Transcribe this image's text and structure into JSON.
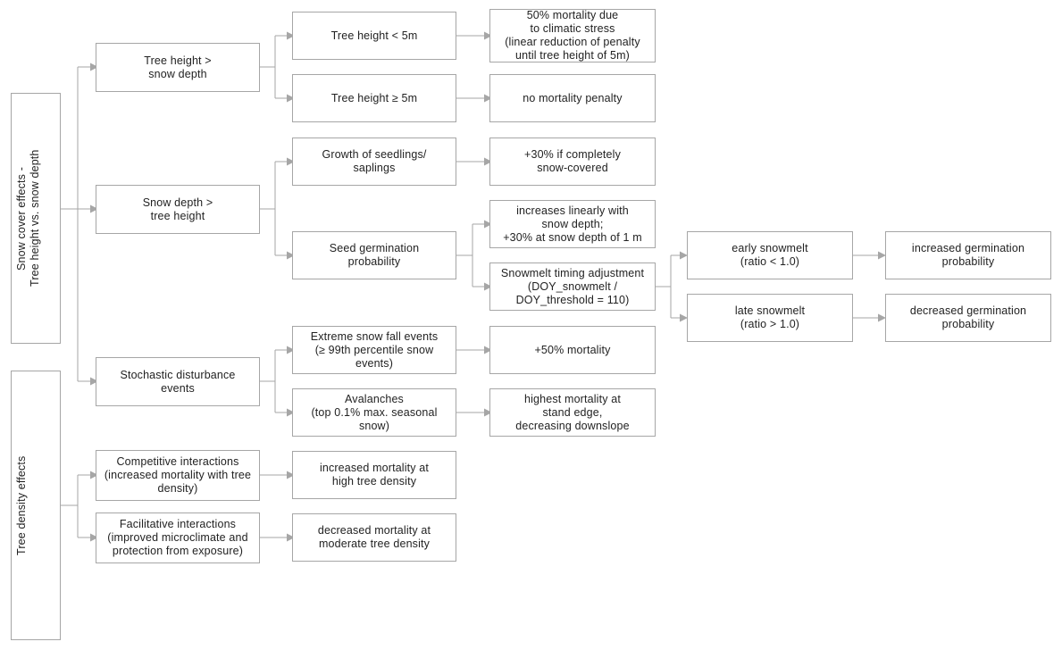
{
  "diagram": {
    "title": "Snow cover and tree density effects flowchart",
    "colors": {
      "border": "#a6a6a6",
      "text": "#222222",
      "background": "#ffffff",
      "connector": "#a6a6a6"
    }
  },
  "nodes": {
    "root_snow": "Snow cover effects -\nTree height vs. snow depth",
    "root_density": "Tree density effects",
    "tree_gt_snow": "Tree height >\nsnow depth",
    "snow_gt_tree": "Snow depth >\ntree height",
    "stochastic": "Stochastic disturbance\nevents",
    "competitive": "Competitive  interactions\n(increased  mortality with tree\ndensity)",
    "facilitative": "Facilitative  interactions\n(improved  microclimate and\nprotection from  exposure)",
    "height_lt_5m": "Tree height < 5m",
    "height_ge_5m": "Tree height ≥ 5m",
    "growth_seedlings": "Growth  of seedlings/\nsaplings",
    "seed_germination": "Seed germination\nprobability",
    "extreme_snowfall": "Extreme snow fall  events\n(≥ 99th percentile  snow\nevents)",
    "avalanches": "Avalanches\n(top 0.1% max. seasonal\nsnow)",
    "increased_mortality_high": "increased  mortality at\nhigh tree density",
    "decreased_mortality_moderate": "decreased  mortality at\nmoderate tree density",
    "mortality_50": "50% mortality due\nto climatic stress\n(linear reduction of penalty\nuntil tree height of 5m)",
    "no_penalty": "no  mortality penalty",
    "plus30_snow_covered": "+30% if completely\nsnow-covered",
    "increases_linearly": "increases linearly with\nsnow depth;\n+30% at snow depth of 1 m",
    "snowmelt_timing": "Snowmelt timing adjustment\n(DOY_snowmelt  /\nDOY_threshold  = 110)",
    "mortality_plus50": "+50% mortality",
    "avalanche_effect": "highest  mortality at\nstand edge,\ndecreasing  downslope",
    "early_snowmelt": "early snowmelt\n(ratio < 1.0)",
    "late_snowmelt": "late snowmelt\n(ratio > 1.0)",
    "increased_germination": "increased  germination\nprobability",
    "decreased_germination": "decreased  germination\nprobability"
  }
}
